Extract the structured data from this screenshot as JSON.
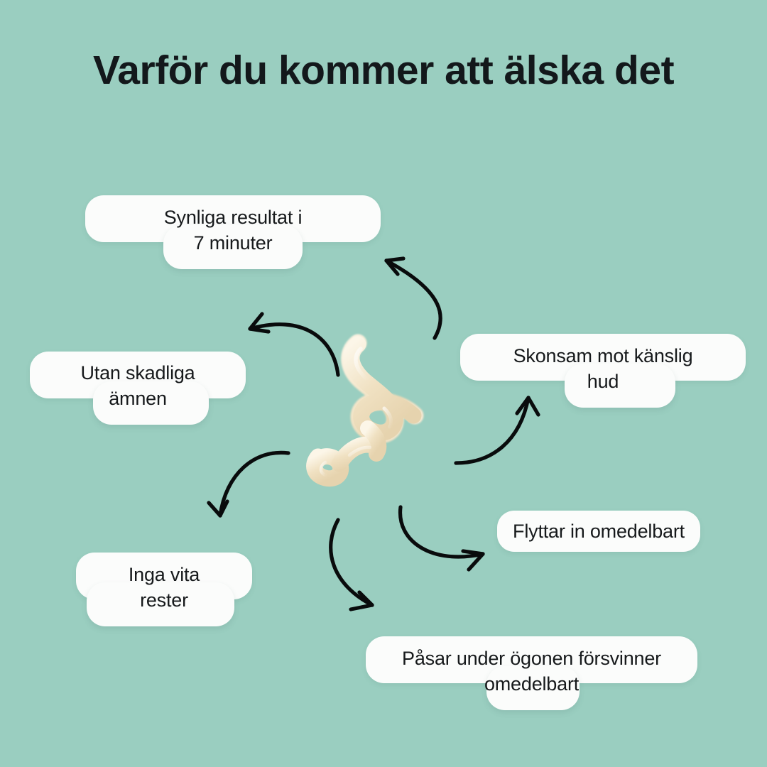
{
  "page": {
    "title": "Varför du kommer att älska det",
    "background_color": "#9ACEC0",
    "text_color": "#16191B",
    "chip_color": "#FBFCFB",
    "arrow_color": "#090B0C",
    "cream_color": "#F1E2C6",
    "language": "sv"
  },
  "benefits": [
    {
      "id": "visible-results",
      "text": "Synliga resultat i\n7 minuter",
      "position": "top-left"
    },
    {
      "id": "no-harmful-substances",
      "text": "Utan skadliga\nämnen",
      "position": "middle-left"
    },
    {
      "id": "gentle-sensitive-skin",
      "text": "Skonsam mot känslig\nhud",
      "position": "middle-right"
    },
    {
      "id": "absorbs-instantly",
      "text": "Flyttar in omedelbart",
      "position": "lower-right"
    },
    {
      "id": "no-white-residue",
      "text": "Inga vita\nrester",
      "position": "bottom-left"
    },
    {
      "id": "eye-bags-disappear",
      "text": "Påsar under ögonen försvinner\nomedelbart",
      "position": "bottom-center"
    }
  ],
  "arrows": [
    {
      "id": "arrow-to-visible-results",
      "points_to": "visible-results",
      "direction": "up-left"
    },
    {
      "id": "arrow-to-no-harmful-substances",
      "points_to": "no-harmful-substances",
      "direction": "left"
    },
    {
      "id": "arrow-to-no-white-residue",
      "points_to": "no-white-residue",
      "direction": "down-left"
    },
    {
      "id": "arrow-to-gentle-sensitive-skin",
      "points_to": "gentle-sensitive-skin",
      "direction": "up"
    },
    {
      "id": "arrow-to-absorbs-instantly",
      "points_to": "absorbs-instantly",
      "direction": "down-right"
    },
    {
      "id": "arrow-to-eye-bags-disappear",
      "points_to": "eye-bags-disappear",
      "direction": "down-right"
    }
  ],
  "product": {
    "id": "serum-swirl",
    "label": "cream serum swirl"
  }
}
